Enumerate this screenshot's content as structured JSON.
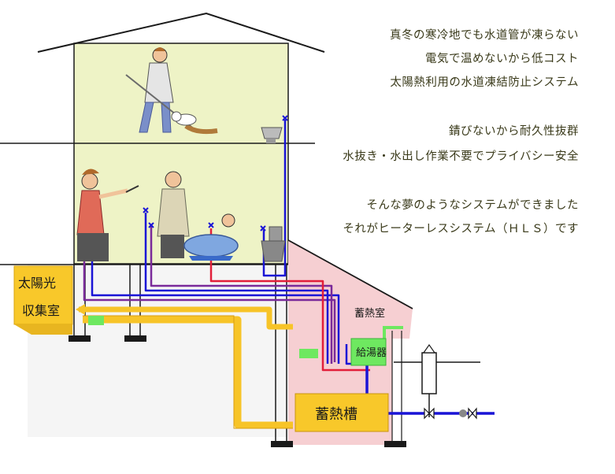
{
  "labels": {
    "collector_line1": "太陽光",
    "collector_line2": "収集室",
    "storage_room": "蓄熱室",
    "water_heater": "給湯器",
    "storage_tank": "蓄熱槽"
  },
  "copy_lines": [
    "真冬の寒冷地でも水道管が凍らない",
    "電気で温めないから低コスト",
    "太陽熱利用の水道凍結防止システム",
    "錆びないから耐久性抜群",
    "水抜き・水出し作業不要でプライバシー安全",
    "そんな夢のようなシステムができました",
    "それがヒーターレスシステム（ＨＬＳ）です"
  ],
  "colors": {
    "wall_fill": "#eef3c6",
    "basement_fill": "#f5f5f5",
    "storage_room_fill": "#f6cfd2",
    "collector_yellow": "#f8c82a",
    "duct_yellow": "#f7c428",
    "pipe_blue": "#1a14d6",
    "pipe_purple": "#7a2a9a",
    "pipe_red": "#e21f3a",
    "connector_green": "#6ee860",
    "outline": "#1a1a1a"
  },
  "icons": [
    "woman-mopping-figure",
    "cat-figure",
    "woman-cooking-figure",
    "man-brushing-teeth-figure",
    "child-in-bathtub-figure",
    "toilet-icon",
    "sink-icon",
    "faucet-marker-icon",
    "outdoor-valve-icon"
  ]
}
